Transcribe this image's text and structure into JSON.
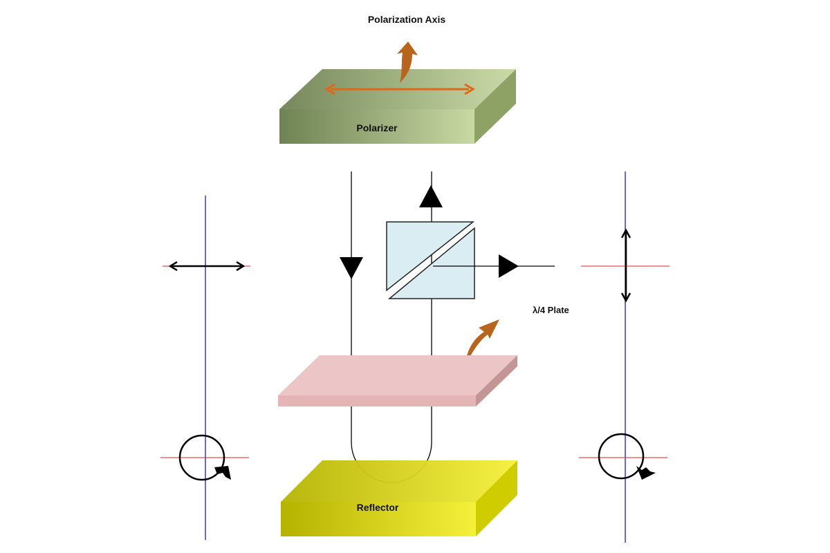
{
  "labels": {
    "polarization_axis": "Polarization Axis",
    "polarizer": "Polarizer",
    "quarter_wave_plate": "λ/4 Plate",
    "reflector": "Reflector"
  },
  "colors": {
    "polarizer_dark": "#6f8253",
    "polarizer_light": "#c8d9a3",
    "polarizer_side": "#8ea266",
    "axis_arrow": "#e0661a",
    "rotation_arrow": "#b8641c",
    "plate_top": "#ecc6c6",
    "plate_front": "#e5b5b5",
    "plate_side": "#c49595",
    "reflector_dark": "#b5b200",
    "reflector_light": "#f5f03a",
    "reflector_side": "#cfcc00",
    "beamsplitter_fill": "#d9edf3",
    "vertical_axis": "#3333dd",
    "horizontal_axis": "#dd2222",
    "beam": "#000000"
  },
  "icons": {
    "rotation_arrow_top": "curved-arrow-icon",
    "rotation_arrow_plate": "curved-arrow-icon",
    "beam_down": "triangle-down-icon",
    "beam_up": "triangle-up-icon",
    "beam_right": "triangle-right-icon"
  }
}
